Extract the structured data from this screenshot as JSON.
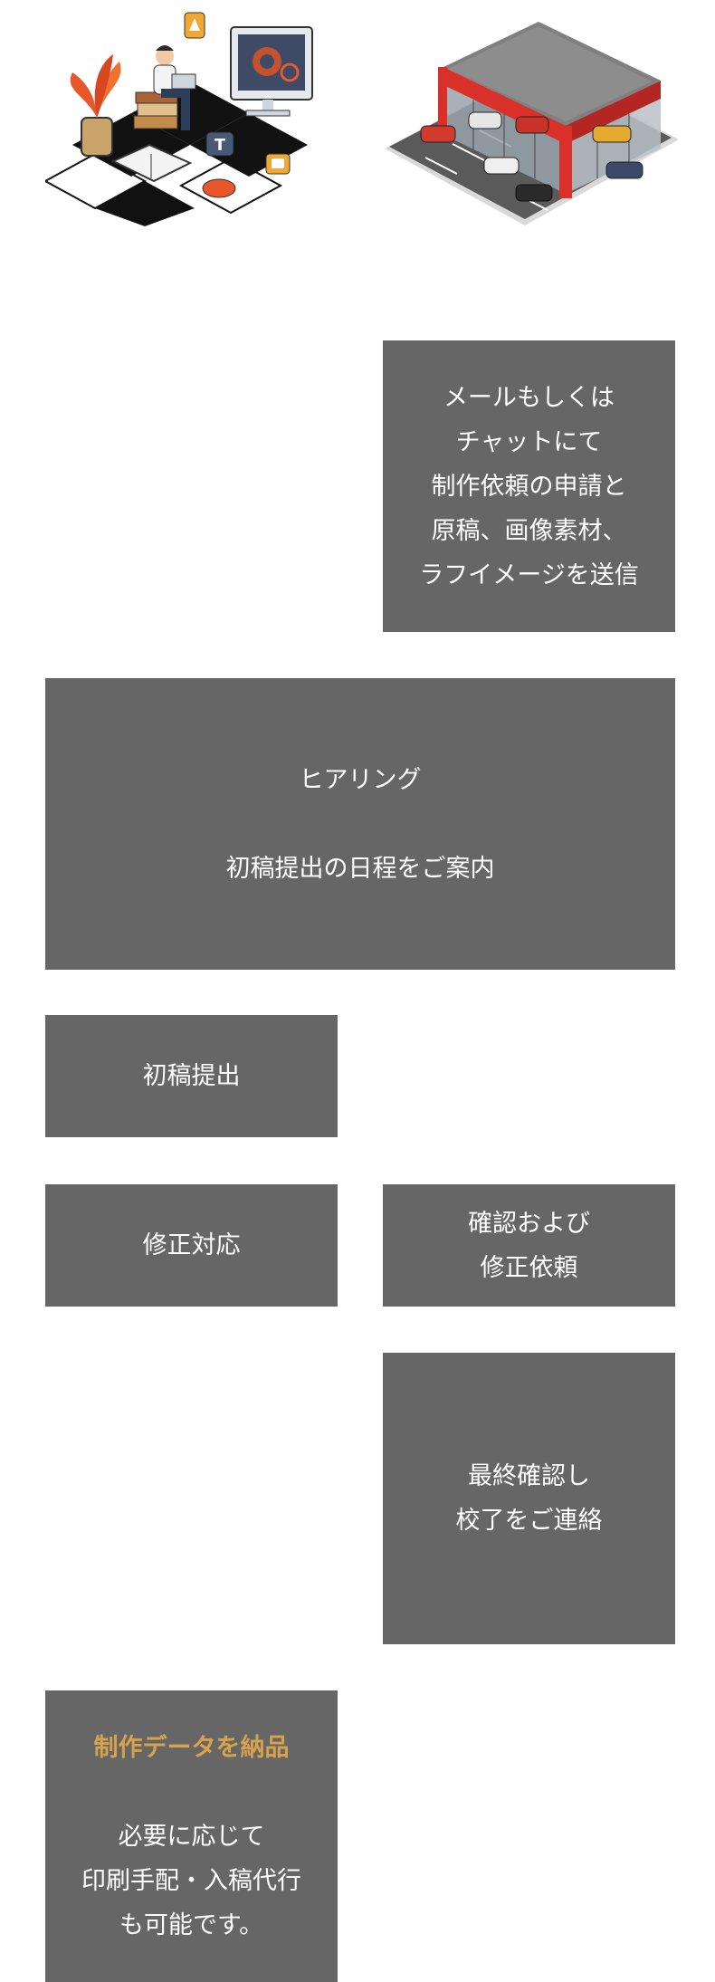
{
  "colors": {
    "box_bg": "#666666",
    "text": "#ffffff",
    "accent": "#d7a24c",
    "page_bg": "#ffffff"
  },
  "illustrations": {
    "left_icon": "designer-workspace-icon",
    "right_icon": "car-dealership-building-icon"
  },
  "steps": {
    "s1": {
      "lines": [
        "メールもしくは",
        "チャットにて",
        "制作依頼の申請と",
        "原稿、画像素材、",
        "ラフイメージを送信"
      ]
    },
    "s2": {
      "lines": [
        "ヒアリング",
        "初稿提出の日程をご案内"
      ]
    },
    "s3": {
      "lines": [
        "初稿提出"
      ]
    },
    "s4": {
      "lines": [
        "修正対応"
      ]
    },
    "s5": {
      "lines": [
        "確認および",
        "修正依頼"
      ]
    },
    "s6": {
      "lines": [
        "最終確認し",
        "校了をご連絡"
      ]
    },
    "s7": {
      "heading": "制作データを納品",
      "lines": [
        "必要に応じて",
        "印刷手配・入稿代行",
        "も可能です。"
      ]
    }
  }
}
